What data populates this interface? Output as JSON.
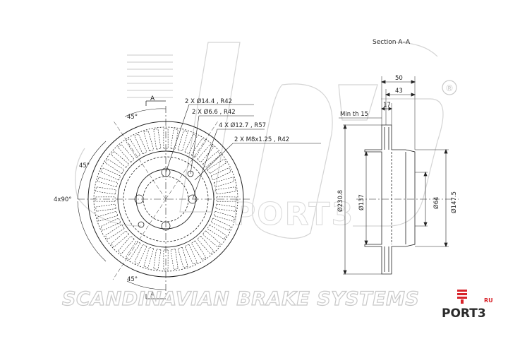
{
  "section_title": "Section A–A",
  "section_letter_top": "A",
  "section_letter_bottom": "A",
  "callouts": {
    "c1": "2 X Ø14.4 , R42",
    "c2": "2 X Ø6.6 , R42",
    "c3": "4 X Ø12.7 , R57",
    "c4": "2 X M8x1.25 , R42"
  },
  "angles": {
    "top": "45°",
    "left": "45°",
    "pattern": "4x90°",
    "bottom": "45°"
  },
  "section_dims": {
    "width_total": "50",
    "width_hat": "43",
    "thickness": "17",
    "min_th": "Min th 15",
    "dia_outer": "Ø230.8",
    "dia_inner": "Ø137",
    "dia_center": "Ø64",
    "dia_hat": "Ø147.5"
  },
  "watermark": {
    "brand_line": "SCANDINAVIAN BRAKE SYSTEMS",
    "registered": "®",
    "port3": "PORT3",
    "port3_tag": "RU"
  },
  "colors": {
    "line": "#222222",
    "watermark_gray": "#c9c9c9",
    "accent_red": "#d8232a"
  }
}
